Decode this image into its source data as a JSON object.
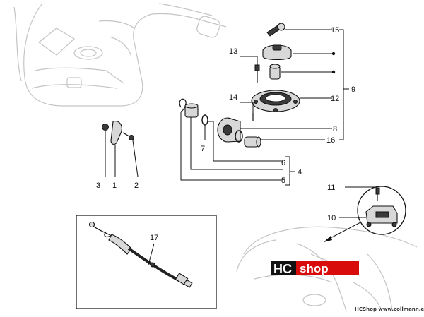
{
  "labels": {
    "n1": "1",
    "n2": "2",
    "n3": "3",
    "n4": "4",
    "n5": "5",
    "n6": "6",
    "n7": "7",
    "n8": "8",
    "n9": "9",
    "n10": "10",
    "n11": "11",
    "n12": "12",
    "n13": "13",
    "n14": "14",
    "n15": "15",
    "n16": "16",
    "n17": "17"
  },
  "logo": {
    "hc": "HC",
    "shop": "shop",
    "accent_color": "#d90c0c"
  },
  "footer": {
    "credit": "HCShop www.collmann.eu"
  },
  "icons": {
    "handlebar": "scooter-handlebar-ghost",
    "seat": "scooter-seat-ghost",
    "cap": "fuel-tank-cap",
    "ring": "tank-ring-flange",
    "cable": "control-cable"
  }
}
